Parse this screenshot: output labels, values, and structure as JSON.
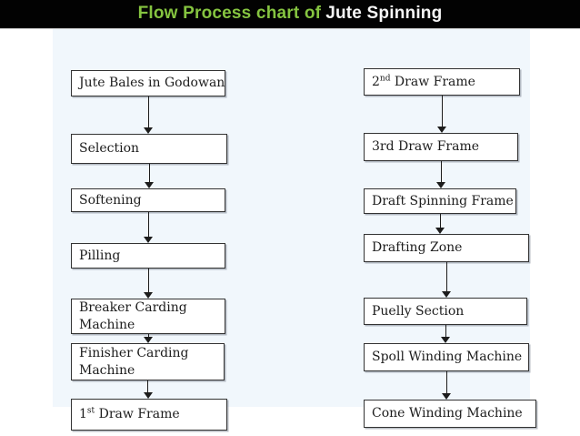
{
  "title": {
    "highlight": "Flow Process chart of",
    "rest": "Jute Spinning"
  },
  "colors": {
    "title_bar": "#020202",
    "title_highlight": "#85C440",
    "title_rest": "#F7F7F7",
    "panel": "#F1F7FC",
    "box_fill": "#FFFFFF",
    "box_border": "#333333",
    "text": "#1C1C1C",
    "arrow": "#1C1C1C"
  },
  "flowchart": {
    "columns": [
      {
        "id": "left",
        "nodes": [
          {
            "label": "Jute Bales in Godowan"
          },
          {
            "label": "Selection"
          },
          {
            "label": "Softening"
          },
          {
            "label": "Pilling"
          },
          {
            "label": "Breaker Carding Machine"
          },
          {
            "label": "Finisher Carding Machine"
          },
          {
            "pre": "1",
            "sup": "st",
            "post": " Draw Frame"
          }
        ]
      },
      {
        "id": "right",
        "nodes": [
          {
            "pre": "2",
            "sup": "nd",
            "post": " Draw Frame"
          },
          {
            "label": "3rd Draw Frame"
          },
          {
            "label": "Draft Spinning Frame"
          },
          {
            "label": "Drafting Zone"
          },
          {
            "label": "Puelly Section"
          },
          {
            "label": "Spoll Winding Machine"
          },
          {
            "label": "Cone Winding Machine"
          }
        ]
      }
    ]
  }
}
